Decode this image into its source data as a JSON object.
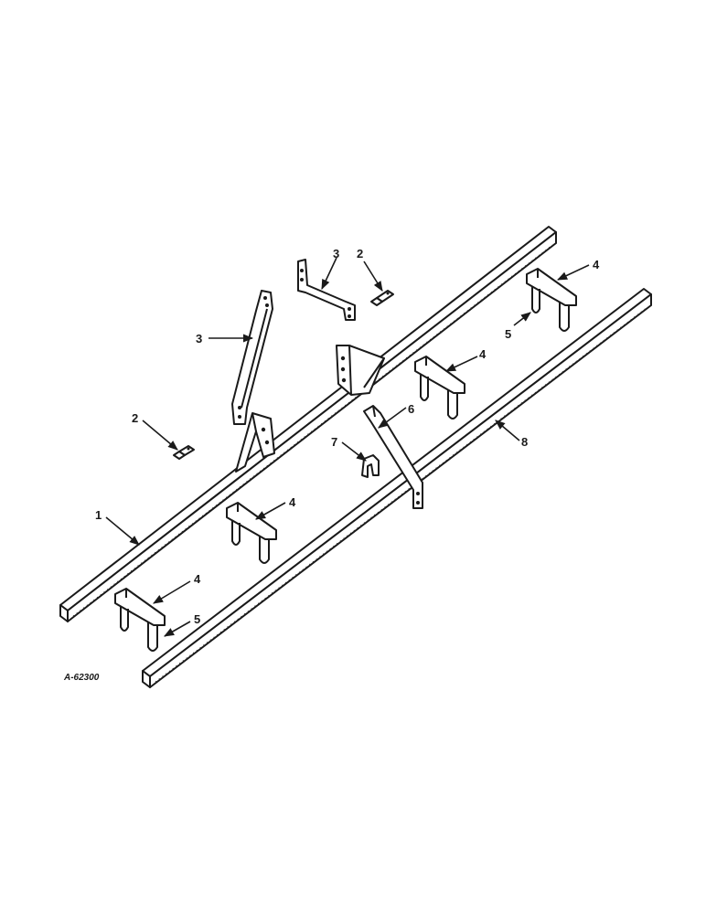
{
  "figure": {
    "reference_code": "A-62300",
    "callouts": [
      "1",
      "2",
      "2",
      "3",
      "3",
      "4",
      "4",
      "4",
      "4",
      "5",
      "5",
      "6",
      "7",
      "8"
    ]
  },
  "colors": {
    "ink": "#1a1a1a",
    "paper": "#ffffff"
  }
}
